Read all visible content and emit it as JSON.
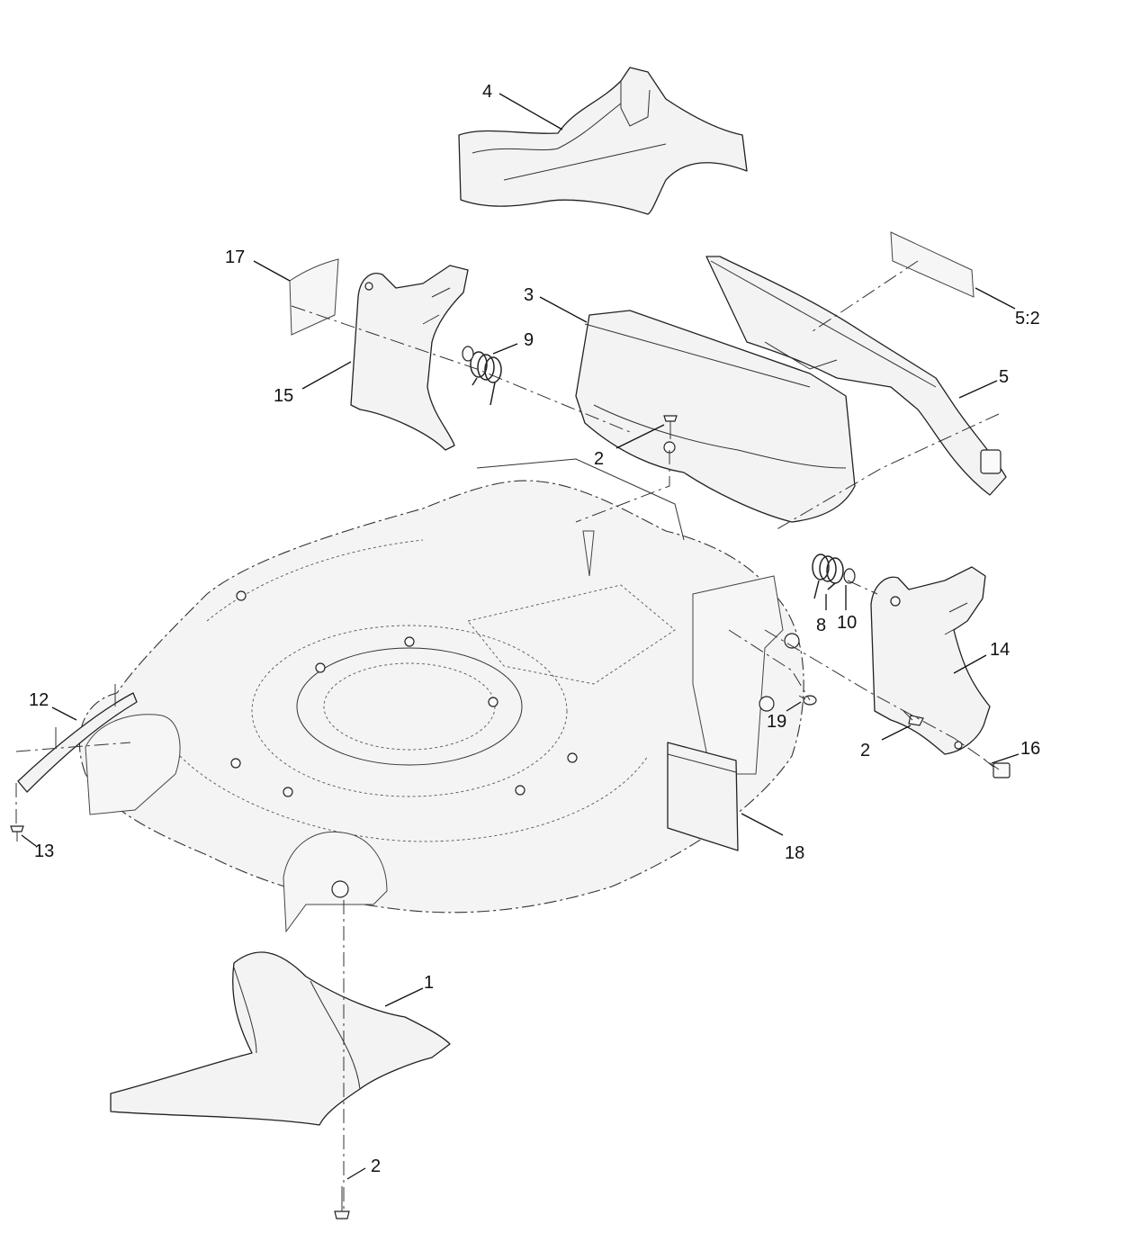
{
  "callouts": [
    {
      "label": "1",
      "part": "rear chute"
    },
    {
      "label": "2",
      "part": "bolt (rear chute)"
    },
    {
      "label": "2",
      "part": "bolt (deflector)"
    },
    {
      "label": "2",
      "part": "bolt (right bracket)"
    },
    {
      "label": "3",
      "part": "deflector"
    },
    {
      "label": "4",
      "part": "top cover"
    },
    {
      "label": "5",
      "part": "rear door"
    },
    {
      "label": "5:2",
      "part": "label"
    },
    {
      "label": "8",
      "part": "spring"
    },
    {
      "label": "9",
      "part": "spring"
    },
    {
      "label": "10",
      "part": "washer"
    },
    {
      "label": "12",
      "part": "side plate"
    },
    {
      "label": "13",
      "part": "screw"
    },
    {
      "label": "14",
      "part": "right bracket"
    },
    {
      "label": "15",
      "part": "left bracket"
    },
    {
      "label": "16",
      "part": "bolt"
    },
    {
      "label": "17",
      "part": "label"
    },
    {
      "label": "18",
      "part": "flap"
    },
    {
      "label": "19",
      "part": "screw"
    }
  ]
}
